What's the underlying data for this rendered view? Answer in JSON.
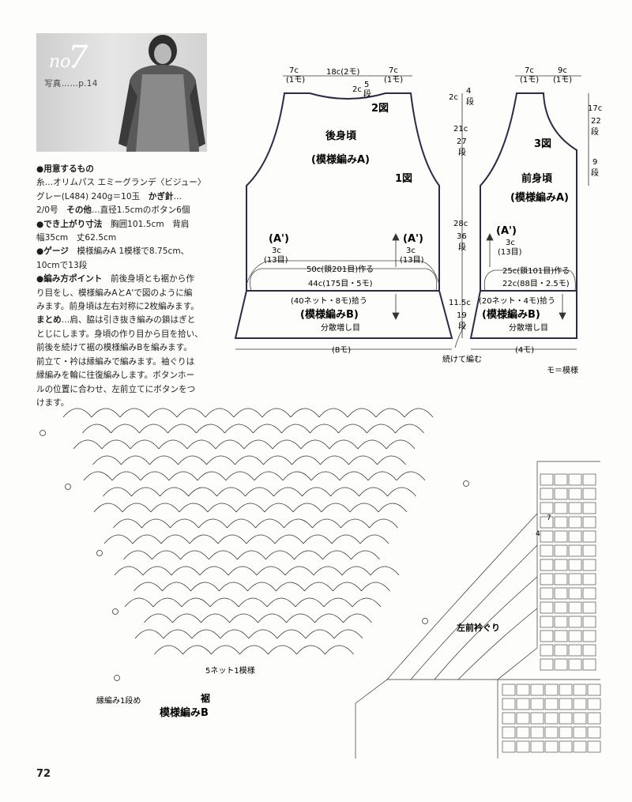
{
  "pattern": {
    "number_prefix": "no.",
    "number": "7",
    "photo_ref": "写真……p.14"
  },
  "materials": {
    "yarn_label": "●用意するもの",
    "yarn_l1": "糸…オリムパス エミーグランデ〈ビジュー〉",
    "yarn_l2a": "グレー(L484) 240g＝10玉",
    "hook_label": "かぎ針",
    "hook_dots": "…",
    "yarn_l3a": "2/0号",
    "other_label": "その他",
    "other_text": "…直径1.5cmのボタン6個",
    "size_label": "●でき上がり寸法",
    "size_l1": "胸囲101.5cm　背肩",
    "size_l2": "幅35cm　丈62.5cm",
    "gauge_label": "●ゲージ",
    "gauge_l1": "模様編みA 1模様で8.75cm、",
    "gauge_l2": "10cmで13段",
    "points_label": "●編み方ポイント",
    "points_l1": "前後身頃とも裾から作",
    "points_l2": "り目をし、模様編みAとA'で図のように編",
    "points_l3": "みます。前身頃は左右対称に2枚編みます。",
    "finish_label": "まとめ",
    "finish_l1": "…肩、脇は引き抜き編みの鎖はぎと",
    "finish_l2": "とじにします。身頃の作り目から目を拾い、",
    "finish_l3": "前後を続けて裾の模様編みBを編みます。",
    "finish_l4": "前立て・衿は縁編みで編みます。袖ぐりは",
    "finish_l5": "縁編みを輪に往復編みします。ボタンホー",
    "finish_l6": "ルの位置に合わせ、左前立てにボタンをつ",
    "finish_l7": "けます。"
  },
  "back": {
    "dim_shoulder_l": "7c",
    "dim_shoulder_l_sub": "(1モ)",
    "dim_neck": "18c(2モ)",
    "dim_shoulder_r": "7c",
    "dim_shoulder_r_sub": "(1モ)",
    "neck_depth": "2c",
    "neck_rows": "5",
    "neck_rows_unit": "段",
    "fig2": "2図",
    "fig1": "1図",
    "title": "後身頃",
    "pattern": "(模様編みA)",
    "a_prime_l": "(A')",
    "a_prime_r": "(A')",
    "a_3c_l": "3c",
    "a_13_l": "(13目)",
    "a_3c_r": "3c",
    "a_13_r": "(13目)",
    "chain_cast": "50c(鎖201目)作る",
    "width_44": "44c(175目・5モ)",
    "pick_up": "(40ネット・8モ)拾う",
    "hem_pattern": "(模様編みB)",
    "hem_inc": "分散増し目",
    "hem_width": "(8モ)"
  },
  "mid": {
    "armhole_2c": "2c",
    "armhole_4": "4",
    "dan": "段",
    "armhole_21c": "21c",
    "armhole_27": "27",
    "body_28c": "28c",
    "body_36": "36",
    "hem_11_5c": "11.5c",
    "hem_19": "19",
    "continue": "続けて編む"
  },
  "front": {
    "dim_7c": "7c",
    "dim_7c_sub": "(1モ)",
    "dim_9c": "9c",
    "dim_9c_sub": "(1モ)",
    "neck_17c": "17c",
    "neck_22": "22",
    "neck_9": "9",
    "dan": "段",
    "fig3": "3図",
    "title": "前身頃",
    "pattern": "(模様編みA)",
    "a_prime": "(A')",
    "a_3c": "3c",
    "a_13": "(13目)",
    "chain_cast": "25c(鎖101目)作る",
    "width_22": "22c(88目・2.5モ)",
    "pick_up": "(20ネット・4モ)拾う",
    "hem_pattern": "(模様編みB)",
    "hem_inc": "分散増し目",
    "hem_width": "(4モ)",
    "legend": "モ＝模様"
  },
  "chart_b": {
    "nets_label": "5ネット1模様",
    "edge_first_row": "縁編み1段め",
    "hem_label": "裾",
    "pattern_label": "模様編みB"
  },
  "chart_collar": {
    "label": "左前衿ぐり",
    "num_7": "7",
    "num_4": "4"
  },
  "page": {
    "number": "72"
  }
}
